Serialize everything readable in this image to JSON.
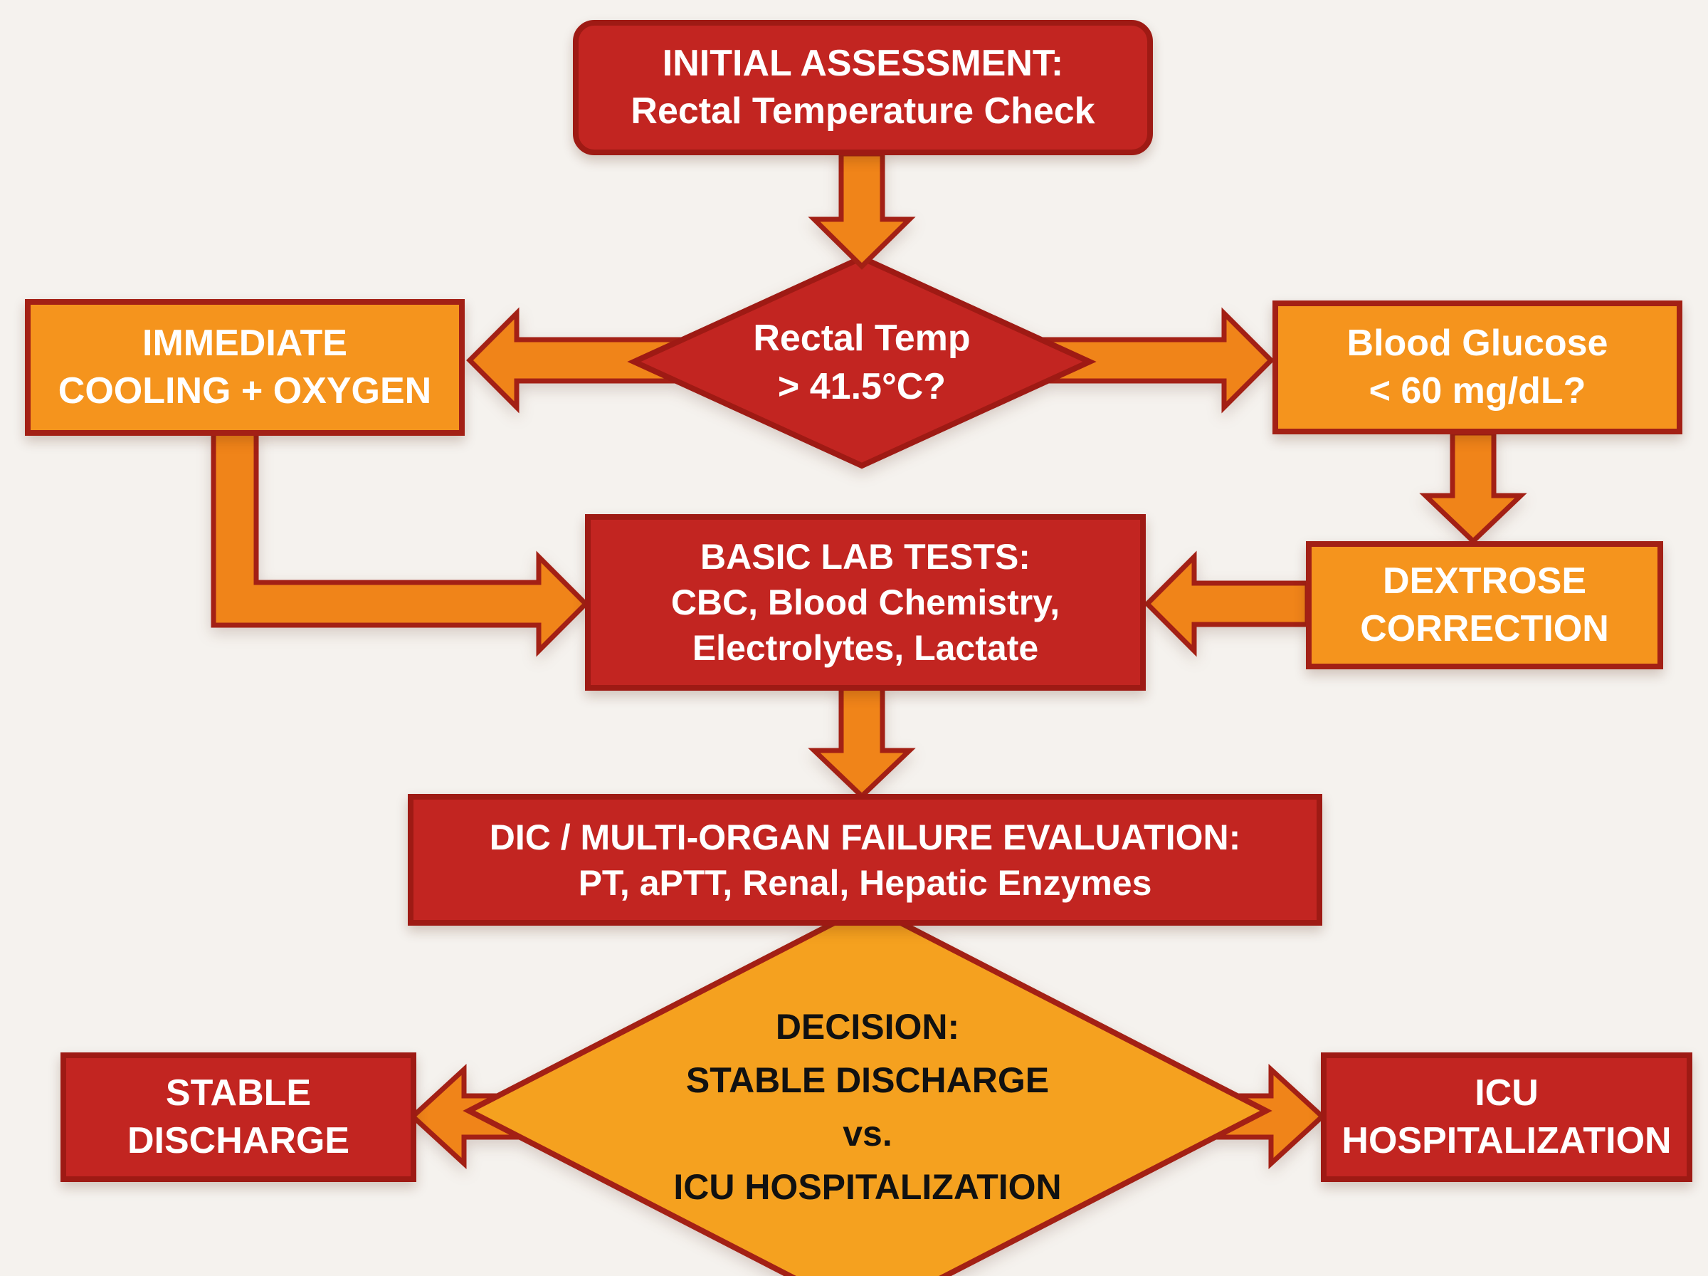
{
  "title": "Heat stroke assessment flowchart",
  "colors": {
    "background": "#f5f2ee",
    "red_fill": "#c22521",
    "red_border": "#9e1a14",
    "orange_fill": "#f5941d",
    "orange_border": "#a32015",
    "arrow_fill": "#f08419",
    "decision_fill": "#f5a11f"
  },
  "nodes": {
    "initial": {
      "lines": [
        "INITIAL ASSESSMENT:",
        "Rectal Temperature Check"
      ]
    },
    "temp_check": {
      "lines": [
        "Rectal Temp",
        "> 41.5°C?"
      ]
    },
    "cooling": {
      "lines": [
        "IMMEDIATE",
        "COOLING + OXYGEN"
      ]
    },
    "glucose": {
      "lines": [
        "Blood Glucose",
        "< 60 mg/dL?"
      ]
    },
    "dextrose": {
      "lines": [
        "DEXTROSE",
        "CORRECTION"
      ]
    },
    "labs": {
      "lines": [
        "BASIC LAB TESTS:",
        "CBC, Blood Chemistry,",
        "Electrolytes, Lactate"
      ]
    },
    "dic": {
      "lines": [
        "DIC / MULTI-ORGAN FAILURE EVALUATION:",
        "PT, aPTT, Renal, Hepatic Enzymes"
      ]
    },
    "decision": {
      "lines": [
        "DECISION:",
        "STABLE DISCHARGE",
        "vs.",
        "ICU HOSPITALIZATION"
      ]
    },
    "stable": {
      "lines": [
        "STABLE",
        "DISCHARGE"
      ]
    },
    "icu": {
      "lines": [
        "ICU",
        "HOSPITALIZATION"
      ]
    }
  }
}
